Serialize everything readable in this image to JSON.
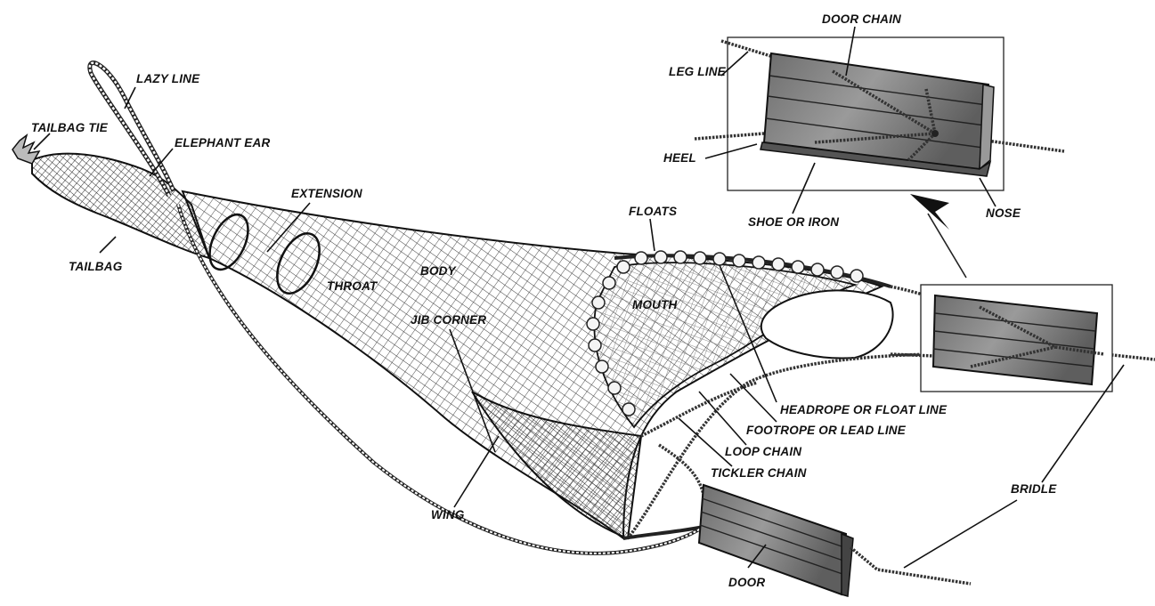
{
  "labels": {
    "door_chain": "DOOR CHAIN",
    "lazy_line": "LAZY LINE",
    "leg_line": "LEG LINE",
    "tailbag_tie": "TAILBAG TIE",
    "elephant_ear": "ELEPHANT EAR",
    "heel": "HEEL",
    "extension": "EXTENSION",
    "floats": "FLOATS",
    "shoe_or_iron": "SHOE OR IRON",
    "nose": "NOSE",
    "tailbag": "TAILBAG",
    "body": "BODY",
    "throat": "THROAT",
    "mouth": "MOUTH",
    "jib_corner": "JIB CORNER",
    "headrope": "HEADROPE OR FLOAT LINE",
    "footrope": "FOOTROPE OR LEAD LINE",
    "loop_chain": "LOOP CHAIN",
    "tickler_chain": "TICKLER CHAIN",
    "bridle": "BRIDLE",
    "wing": "WING",
    "door": "DOOR"
  },
  "colors": {
    "ink": "#111111",
    "wood": "#7a7a7a",
    "net": "#444444",
    "background": "#ffffff"
  },
  "icons": {
    "callout_arrow": "arrow-up-left-icon"
  }
}
